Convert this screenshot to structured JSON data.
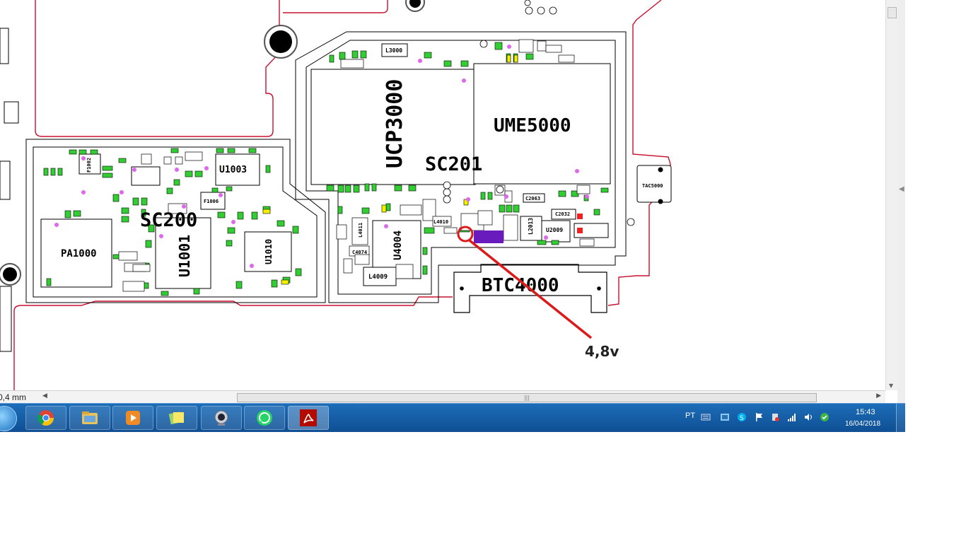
{
  "schematic": {
    "components": {
      "ucp3000": "UCP3000",
      "ume5000": "UME5000",
      "sc201": "SC201",
      "sc200": "SC200",
      "u1001": "U1001",
      "u1003": "U1003",
      "u1010": "U1010",
      "pa1000": "PA1000",
      "btc4000": "BTC4000",
      "u4004": "U4004",
      "l4009": "L4009",
      "l3000": "L3000",
      "u2009": "U2009",
      "l2013": "L2013",
      "c2032": "C2032",
      "c2063": "C2063",
      "l4010": "L4010",
      "tac5000": "TAC5000",
      "f1006": "F1006",
      "f1002": "F1002",
      "c4074": "C4074",
      "l4011": "L4011"
    },
    "annotation": {
      "label": "4,8v",
      "color": "#dd1a1a"
    }
  },
  "status_bar": {
    "zoom": "0,4 mm"
  },
  "taskbar": {
    "apps": [
      {
        "icon": "chrome-icon"
      },
      {
        "icon": "file-explorer-icon"
      },
      {
        "icon": "media-player-icon"
      },
      {
        "icon": "sticky-notes-icon"
      },
      {
        "icon": "webcam-icon"
      },
      {
        "icon": "whatsapp-icon"
      },
      {
        "icon": "acrobat-reader-icon"
      }
    ],
    "tray": {
      "language": "PT",
      "time": "15:43",
      "date": "16/04/2018"
    }
  },
  "colors": {
    "board_outline": "#c8102e",
    "smd_pad": "#33cc33",
    "marker_dot": "#e066ee",
    "highlight_part": "#6a1bbd",
    "taskbar": "#1560ad"
  }
}
